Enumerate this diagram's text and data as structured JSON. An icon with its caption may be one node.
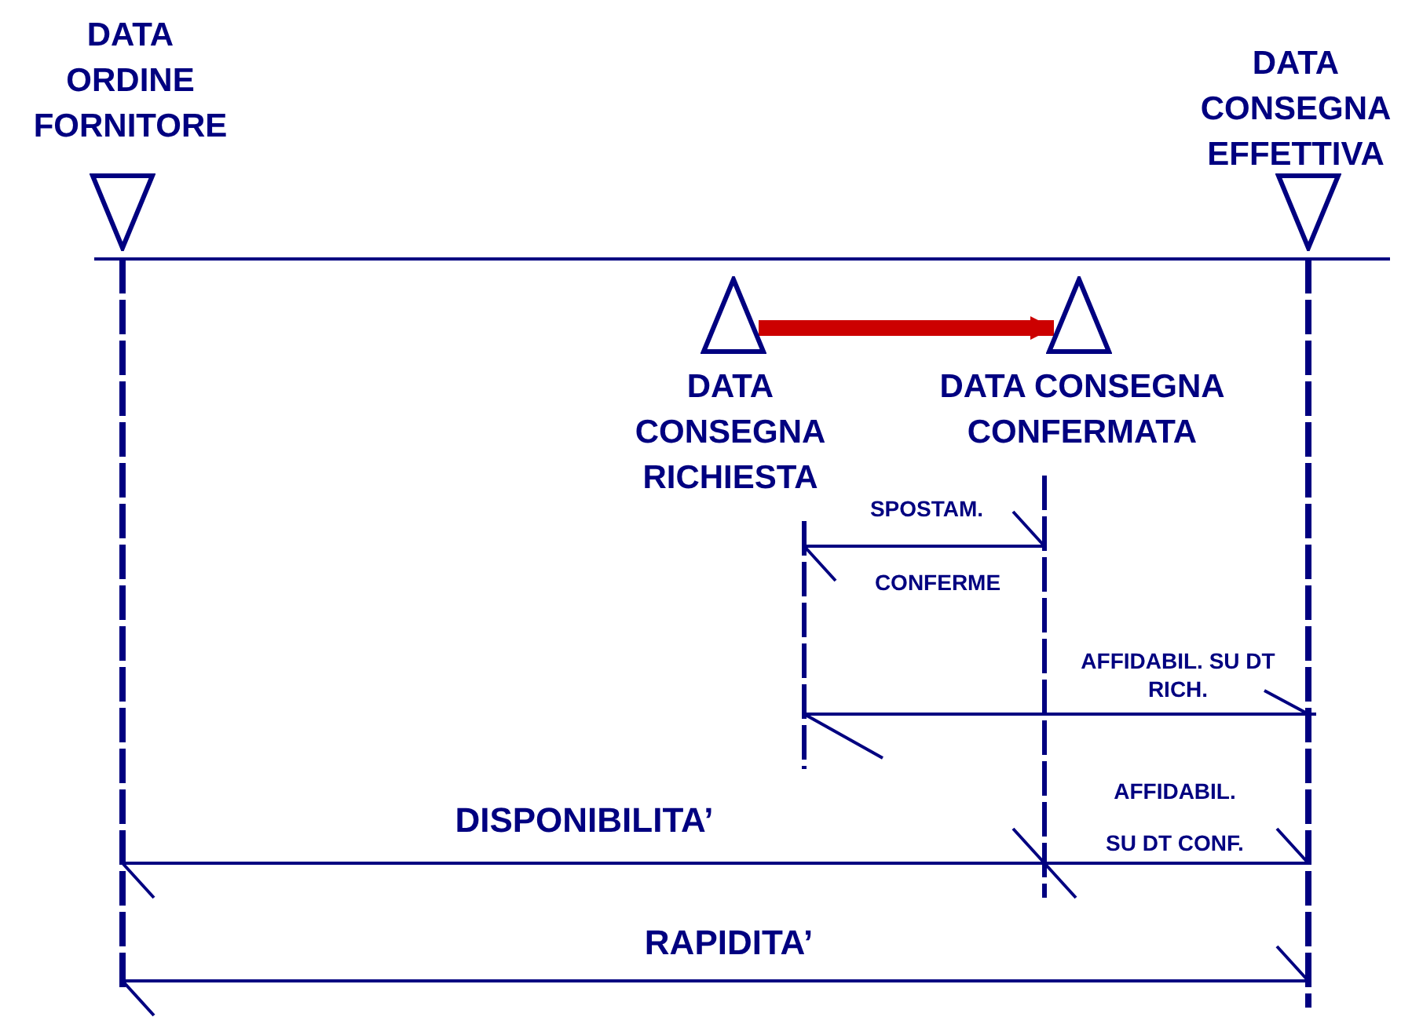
{
  "diagram": {
    "nodes": [
      {
        "text": [
          "DATA ORDINE FORNITORE"
        ]
      },
      {
        "text": [
          "DATA CONSEGNA RICHIESTA"
        ]
      },
      {
        "text": [
          "DATA CONSEGNA CONFERMATA"
        ]
      },
      {
        "text": [
          "DATA CONSEGNA EFFETTIVA"
        ]
      }
    ],
    "edges": [
      {
        "from": 1,
        "to": 2,
        "arrow": "to",
        "color": "#cc0000"
      }
    ],
    "labels": [
      "SPOSTAM.",
      "CONFERME",
      "AFFIDABIL. SU DT RICH.",
      "AFFIDABIL. SU DT CONF.",
      "DISPONIBILITA’",
      "RAPIDITA’"
    ]
  }
}
